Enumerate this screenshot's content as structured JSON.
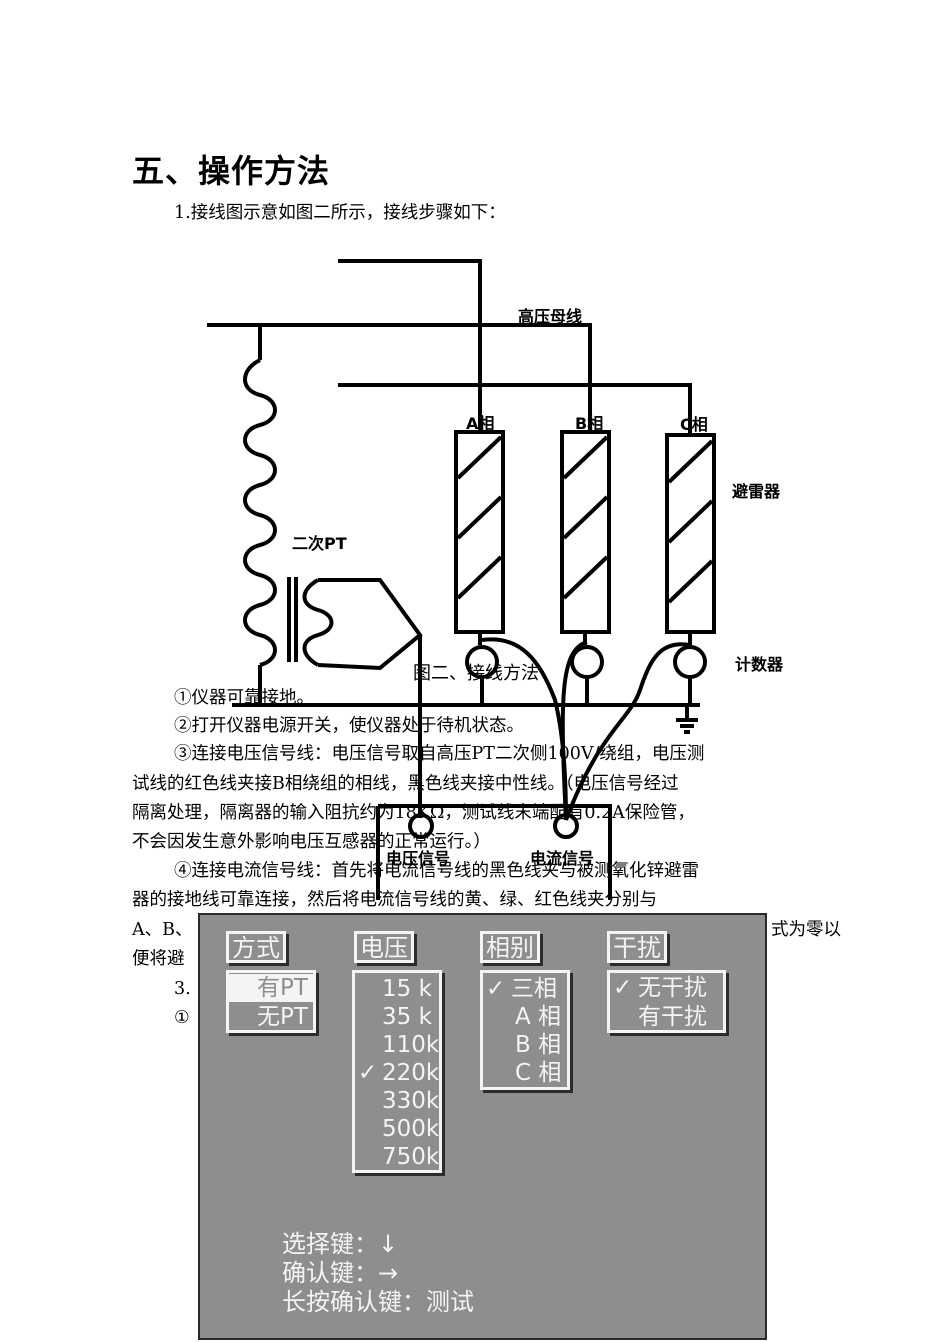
{
  "heading": "五、操作方法",
  "intro": "1.接线图示意如图二所示，接线步骤如下：",
  "diagram": {
    "bus_label": "高压母线",
    "phase_labels": [
      "A相",
      "B相",
      "C相"
    ],
    "arrester_label": "避雷器",
    "pt_label": "二次PT",
    "counter_label": "计数器",
    "caption": "图二、接线方法",
    "voltage_signal_label": "电压信号",
    "current_signal_label": "电流信号"
  },
  "steps": {
    "s1": "①仪器可靠接地。",
    "s2": "②打开仪器电源开关，使仪器处于待机状态。",
    "s3_l1": "③连接电压信号线：电压信号取自高压PT二次侧100V/绕组，电压测",
    "s3_l2": "试线的红色线夹接B相绕组的相线，黑色线夹接中性线。（电压信号经过",
    "s3_l3": "隔离处理，隔离器的输入阻抗约为18KΩ，测试线末端配有0.2A保险管，",
    "s3_l4": "不会因发生意外影响电压互感器的正常运行。）",
    "s4_l1": "④连接电流信号线：首先将电流信号线的黑色线夹与被测氧化锌避雷",
    "s4_l2": "器的接地线可靠连接，然后将电流信号线的黄、绿、红色线夹分别与",
    "s4_l3_left": "A、B、",
    "s4_l3_right": "式为零以",
    "s4_l4_left": "便将避",
    "s5_left": "3.",
    "s6_left": "①"
  },
  "screen": {
    "tabs": [
      "方式",
      "电压",
      "相别",
      "干扰"
    ],
    "mode_items": [
      "有PT",
      "无PT"
    ],
    "voltage_items": [
      "15 k",
      "35 k",
      "110k",
      "220k",
      "330k",
      "500k",
      "750k"
    ],
    "phase_items": [
      "三相",
      "A 相",
      "B 相",
      "C 相"
    ],
    "interference_items": [
      "无干扰",
      "有干扰"
    ],
    "checkmark": "✓",
    "help_select": "选择键：↓",
    "help_confirm": "确认键：→",
    "help_test": "长按确认键：测试",
    "colors": {
      "background": "#8e8e8e",
      "foreground": "#f4f4f4"
    }
  }
}
